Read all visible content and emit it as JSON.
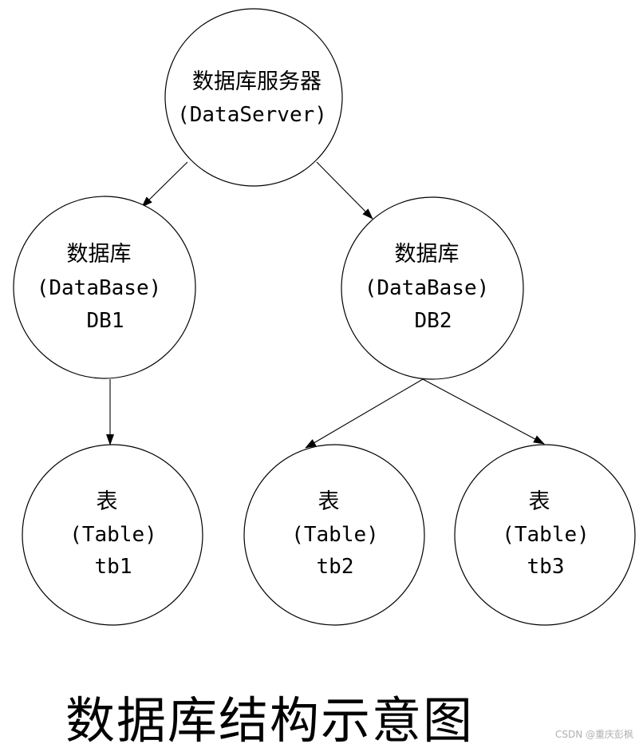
{
  "nodes": {
    "server": {
      "label_cn": "数据库服务器",
      "label_en": "(DataServer)"
    },
    "db1": {
      "label_cn": "数据库",
      "label_en": "(DataBase)",
      "label_id": "DB1"
    },
    "db2": {
      "label_cn": "数据库",
      "label_en": "(DataBase)",
      "label_id": "DB2"
    },
    "tb1": {
      "label_cn": "表",
      "label_en": "(Table)",
      "label_id": "tb1"
    },
    "tb2": {
      "label_cn": "表",
      "label_en": "(Table)",
      "label_id": "tb2"
    },
    "tb3": {
      "label_cn": "表",
      "label_en": "(Table)",
      "label_id": "tb3"
    }
  },
  "edges": [
    {
      "from": "server",
      "to": "db1"
    },
    {
      "from": "server",
      "to": "db2"
    },
    {
      "from": "db1",
      "to": "tb1"
    },
    {
      "from": "db2",
      "to": "tb2"
    },
    {
      "from": "db2",
      "to": "tb3"
    }
  ],
  "caption": "数据库结构示意图",
  "watermark": "CSDN @重庆彭枫"
}
